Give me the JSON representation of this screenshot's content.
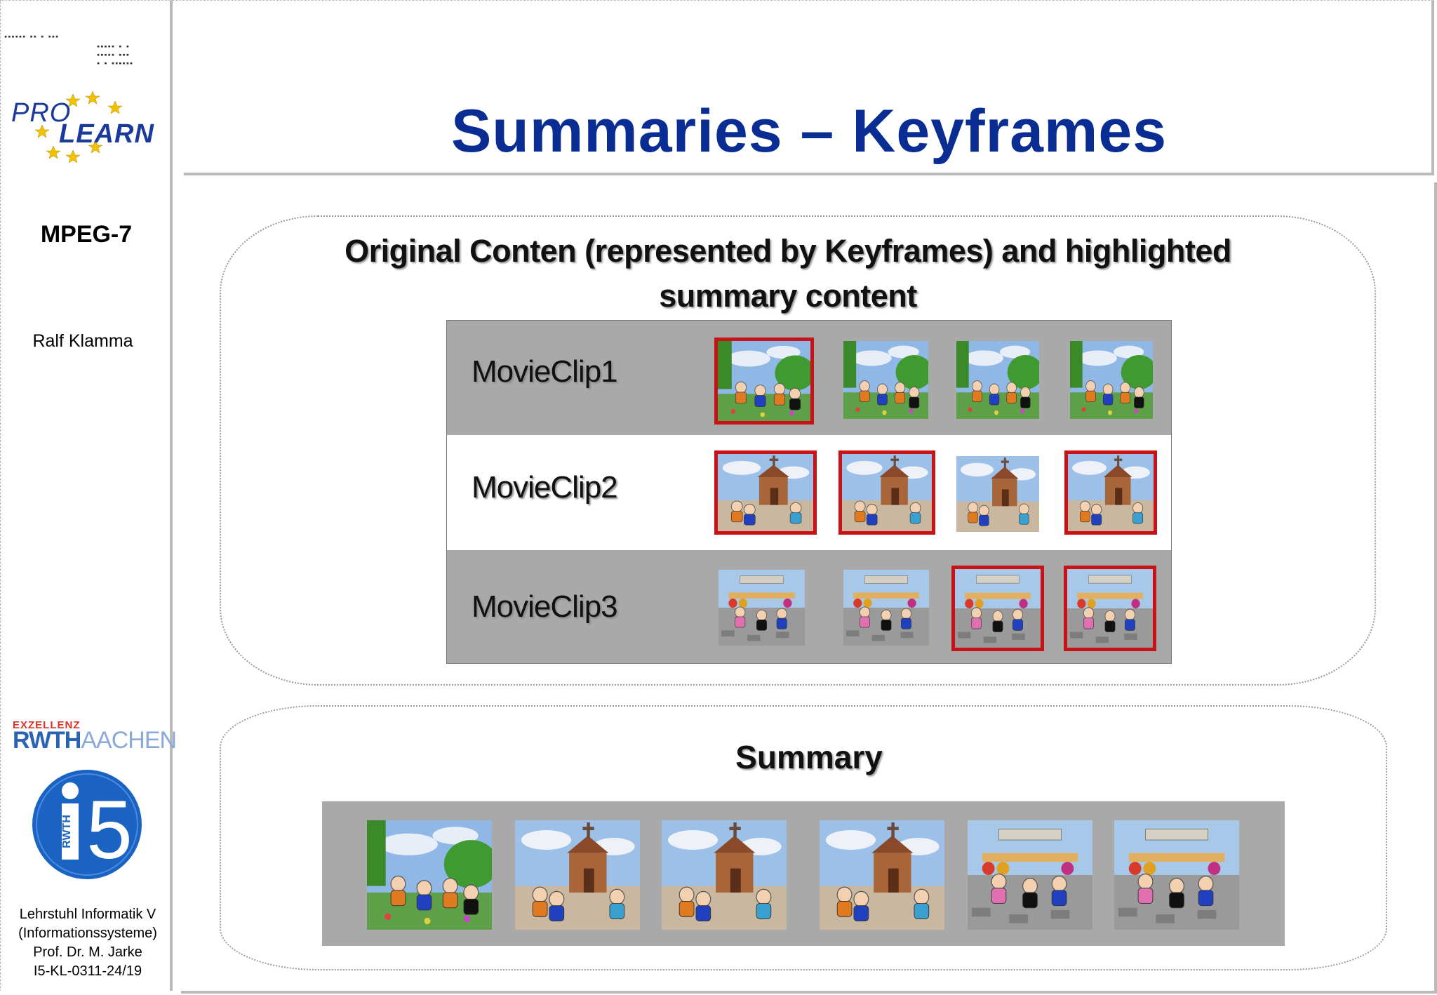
{
  "sidebar": {
    "tiny_lines": [
      "▪▪▪▪▪▪ ▪▪ ▪ ▪▪▪",
      "▪▪▪▪▪ ▪ ▪",
      "▪▪▪▪▪ ▪▪▪",
      "▪ ▪ ▪▪▪▪▪▪"
    ],
    "logo_text_pro": "PRO",
    "logo_text_learn": "LEARN",
    "course": "MPEG-7",
    "author": "Ralf Klamma",
    "rwth_excellence": "EXZELLENZ",
    "rwth_name": "RWTH",
    "rwth_city": "AACHEN",
    "i5_badge_text": "RWTH",
    "i5_badge_number": "5",
    "chair_lines": [
      "Lehrstuhl Informatik V",
      "(Informationssysteme)",
      "Prof. Dr. M. Jarke",
      "I5-KL-0311-24/19"
    ]
  },
  "title": "Summaries – Keyframes",
  "panel_original": {
    "heading_line1": "Original Conten (represented by Keyframes) and highlighted",
    "heading_line2": "summary content",
    "clips": [
      {
        "label": "MovieClip1",
        "frames": [
          {
            "scene": "forest",
            "highlighted": true
          },
          {
            "scene": "forest",
            "highlighted": false
          },
          {
            "scene": "forest",
            "highlighted": false
          },
          {
            "scene": "forest",
            "highlighted": false
          }
        ]
      },
      {
        "label": "MovieClip2",
        "frames": [
          {
            "scene": "church",
            "highlighted": true
          },
          {
            "scene": "church",
            "highlighted": true
          },
          {
            "scene": "church",
            "highlighted": false
          },
          {
            "scene": "church",
            "highlighted": true
          }
        ]
      },
      {
        "label": "MovieClip3",
        "frames": [
          {
            "scene": "market",
            "highlighted": false
          },
          {
            "scene": "market",
            "highlighted": false
          },
          {
            "scene": "market",
            "highlighted": true
          },
          {
            "scene": "market",
            "highlighted": true
          }
        ]
      }
    ]
  },
  "panel_summary": {
    "heading": "Summary",
    "frames": [
      "forest",
      "church",
      "church",
      "church",
      "market",
      "market"
    ]
  },
  "colors": {
    "title": "#0a2d94",
    "highlight_border": "#c81218",
    "strip_gray": "#a9a9a9"
  }
}
